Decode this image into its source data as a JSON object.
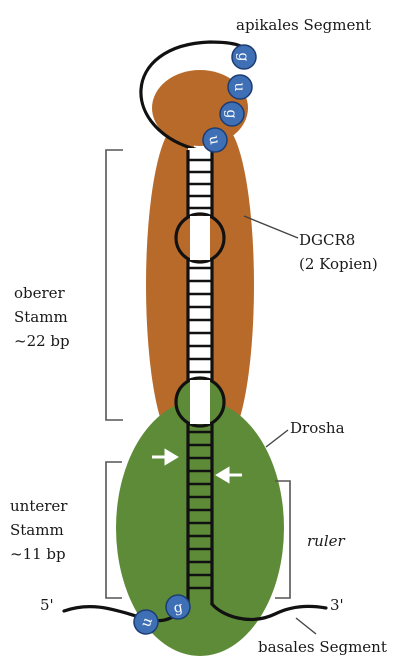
{
  "labels": {
    "apical": "apikales Segment",
    "dgcr8_line1": "DGCR8",
    "dgcr8_line2": "(2 Kopien)",
    "upper_stem_line1": "oberer",
    "upper_stem_line2": "Stamm",
    "upper_stem_line3": "~22 bp",
    "drosha": "Drosha",
    "lower_stem_line1": "unterer",
    "lower_stem_line2": "Stamm",
    "lower_stem_line3": "~11 bp",
    "ruler": "ruler",
    "five_prime": "5'",
    "three_prime": "3'",
    "basal": "basales Segment"
  },
  "nucleotides": {
    "apical": [
      "g",
      "u",
      "g",
      "u"
    ],
    "basal": [
      "u",
      "g"
    ]
  },
  "colors": {
    "dgcr8": "#b86a2a",
    "drosha": "#5e8b38",
    "nucleotide": "#3f6fb4",
    "line": "#111111"
  }
}
